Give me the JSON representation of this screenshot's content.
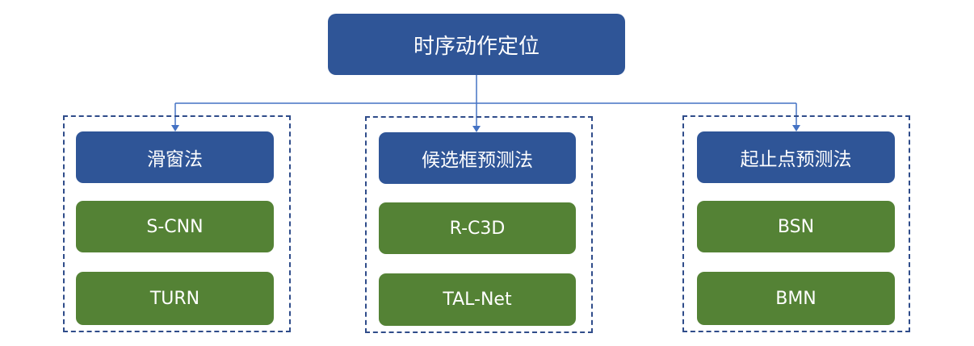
{
  "root": {
    "label": "时序动作定位"
  },
  "categories": [
    {
      "label": "滑窗法",
      "methods": [
        "S-CNN",
        "TURN"
      ]
    },
    {
      "label": "候选框预测法",
      "methods": [
        "R-C3D",
        "TAL-Net"
      ]
    },
    {
      "label": "起止点预测法",
      "methods": [
        "BSN",
        "BMN"
      ]
    }
  ],
  "colors": {
    "root_fill": "#2F5597",
    "category_fill": "#2F5597",
    "method_fill": "#548235",
    "connector": "#4472C4",
    "group_border": "#2F4C8A",
    "text": "#FFFFFF"
  }
}
